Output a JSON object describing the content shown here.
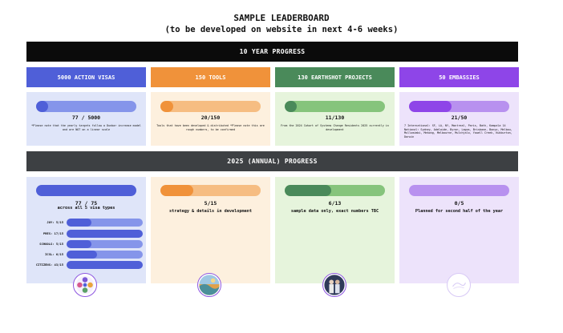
{
  "header": {
    "title": "SAMPLE LEADERBOARD",
    "subtitle": "(to be developed on website in next 4-6 weeks)"
  },
  "ten_year": {
    "band_label": "10 YEAR PROGRESS",
    "columns": [
      {
        "category": "5000 ACTION VISAS",
        "value_text": "77 / 5000",
        "progress": 0.12,
        "note": "*Please note that the yearly targets follow a Dunbar increase model and are NOT on a linear scale",
        "accent": "#4f5fd8",
        "card_bg": "#dfe5f9",
        "track": "#8595ea"
      },
      {
        "category": "150 TOOLS",
        "value_text": "20/150",
        "progress": 0.13,
        "note": "Tools that have been developed & distributed *Please note this are rough numbers, to be confirmed",
        "accent": "#f0923a",
        "card_bg": "#fdf0de",
        "track": "#f6bd82"
      },
      {
        "category": "130 EARTHSHOT PROJECTS",
        "value_text": "11/130",
        "progress": 0.12,
        "note": "From the 2024 Cohort of Systems Change Residents 2025 currently in development",
        "accent": "#4a8a5a",
        "card_bg": "#e6f4dc",
        "track": "#86c47c"
      },
      {
        "category": "50 EMBASSIES",
        "value_text": "21/50",
        "progress": 0.42,
        "note": "7 International: SF, LA, NY, Montreal, Paris, Bath, Kampala 14 National: Sydney, Adelaide, Byron, Lagos, Brisbane, Bonyo, Melbou, Mullumimbi, Mekong, Melbourne, Mulchjalo, Yowell Creek, Kukburton, Darwin",
        "accent": "#8e45e8",
        "card_bg": "#ede3fb",
        "track": "#b891ef"
      }
    ]
  },
  "annual": {
    "band_label": "2025 (ANNUAL) PROGRESS",
    "columns": [
      {
        "value_text": "77 / 75",
        "progress": 1.0,
        "note": "across all 5 visa types",
        "accent": "#4f5fd8",
        "card_bg": "#dfe5f9",
        "track": "#8595ea",
        "logo": "circle-network-logo",
        "sub": [
          {
            "label": "JOY: 5/15",
            "progress": 0.33
          },
          {
            "label": "PRES: 17/15",
            "progress": 1.0
          },
          {
            "label": "SCHOOLS: 5/15",
            "progress": 0.33
          },
          {
            "label": "ICSL: 6/15",
            "progress": 0.4
          },
          {
            "label": "CITIZENS: 43/15",
            "progress": 1.0
          }
        ]
      },
      {
        "value_text": "5/15",
        "progress": 0.33,
        "note": "strategy & details in development",
        "accent": "#f0923a",
        "card_bg": "#fdf0de",
        "track": "#f6bd82",
        "logo": "landscape-logo"
      },
      {
        "value_text": "6/13",
        "progress": 0.46,
        "note": "sample data only, exact numbers TBC",
        "accent": "#4a8a5a",
        "card_bg": "#e6f4dc",
        "track": "#86c47c",
        "logo": "people-photo-logo"
      },
      {
        "value_text": "0/5",
        "progress": 0.0,
        "note": "Planned for second half of the year",
        "accent": "#b891ef",
        "card_bg": "#ede3fb",
        "track": "#b891ef",
        "logo": "faint-map-logo"
      }
    ]
  }
}
